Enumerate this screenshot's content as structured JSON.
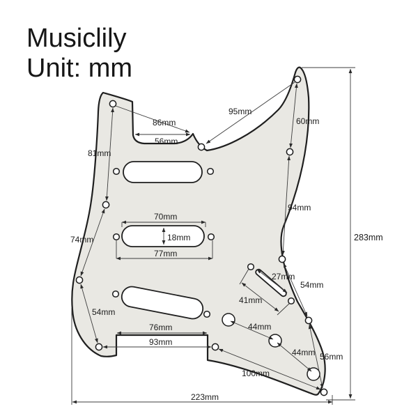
{
  "header": {
    "brand": "Musiclily",
    "unit": "Unit: mm"
  },
  "diagram": {
    "type": "dimension-drawing",
    "subject": "11-hole SSS guitar pickguard",
    "dims": {
      "d86": "86mm",
      "d95": "95mm",
      "d56_neck": "56mm",
      "d60": "60mm",
      "d81": "81mm",
      "d94": "94mm",
      "d283": "283mm",
      "d70": "70mm",
      "d18": "18mm",
      "d77": "77mm",
      "d74": "74mm",
      "d54_left": "54mm",
      "d27": "27mm",
      "d41": "41mm",
      "d54_right": "54mm",
      "d44_a": "44mm",
      "d44_b": "44mm",
      "d76": "76mm",
      "d93": "93mm",
      "d56_right": "56mm",
      "d100": "100mm",
      "d223": "223mm"
    },
    "colors": {
      "pickguard_fill": "#e9e8e3",
      "outline": "#1f1f1f",
      "dimension_line": "#3c3c3c",
      "background": "#ffffff"
    }
  }
}
